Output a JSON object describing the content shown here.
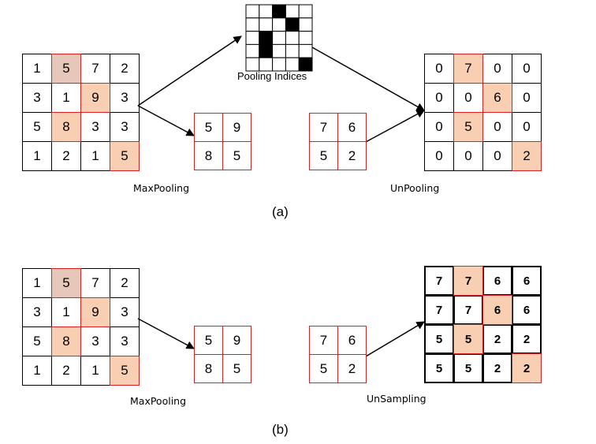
{
  "panel_a": {
    "caption": "(a)",
    "input_grid": {
      "rows": [
        [
          1,
          5,
          7,
          2
        ],
        [
          3,
          1,
          9,
          3
        ],
        [
          5,
          8,
          3,
          3
        ],
        [
          1,
          2,
          1,
          5
        ]
      ],
      "highlight": [
        [
          0,
          1
        ],
        [
          1,
          2
        ],
        [
          2,
          1
        ],
        [
          3,
          3
        ]
      ]
    },
    "pooled_grid": {
      "rows": [
        [
          5,
          9
        ],
        [
          8,
          5
        ]
      ]
    },
    "maxpool_label": "MaxPooling",
    "indices_label": "Pooling Indices",
    "indices_pattern": [
      [
        0,
        0,
        1,
        0,
        0
      ],
      [
        0,
        0,
        0,
        1,
        0
      ],
      [
        0,
        1,
        0,
        0,
        0
      ],
      [
        0,
        1,
        0,
        0,
        0
      ],
      [
        0,
        0,
        0,
        0,
        1
      ]
    ],
    "unpool_input_grid": {
      "rows": [
        [
          7,
          6
        ],
        [
          5,
          2
        ]
      ]
    },
    "unpool_label": "UnPooling",
    "unpool_output_grid": {
      "rows": [
        [
          0,
          7,
          0,
          0
        ],
        [
          0,
          0,
          6,
          0
        ],
        [
          0,
          5,
          0,
          0
        ],
        [
          0,
          0,
          0,
          2
        ]
      ],
      "highlight": [
        [
          0,
          1
        ],
        [
          1,
          2
        ],
        [
          2,
          1
        ],
        [
          3,
          3
        ]
      ]
    }
  },
  "panel_b": {
    "caption": "(b)",
    "input_grid": {
      "rows": [
        [
          1,
          5,
          7,
          2
        ],
        [
          3,
          1,
          9,
          3
        ],
        [
          5,
          8,
          3,
          3
        ],
        [
          1,
          2,
          1,
          5
        ]
      ],
      "highlight": [
        [
          0,
          1
        ],
        [
          1,
          2
        ],
        [
          2,
          1
        ],
        [
          3,
          3
        ]
      ]
    },
    "pooled_grid": {
      "rows": [
        [
          5,
          9
        ],
        [
          8,
          5
        ]
      ]
    },
    "maxpool_label": "MaxPooling",
    "unsample_input_grid": {
      "rows": [
        [
          7,
          6
        ],
        [
          5,
          2
        ]
      ]
    },
    "unsample_label": "UnSampling",
    "unsample_output_grid": {
      "rows": [
        [
          7,
          7,
          6,
          6
        ],
        [
          7,
          7,
          6,
          6
        ],
        [
          5,
          5,
          2,
          2
        ],
        [
          5,
          5,
          2,
          2
        ]
      ],
      "highlight": [
        [
          0,
          1
        ],
        [
          1,
          2
        ],
        [
          2,
          1
        ],
        [
          3,
          3
        ]
      ]
    }
  },
  "colors": {
    "highlight_fill": "#f9cfb3",
    "highlight_fill_first": "#e6c8bb",
    "red_border": "#e02020",
    "black": "#000000"
  }
}
